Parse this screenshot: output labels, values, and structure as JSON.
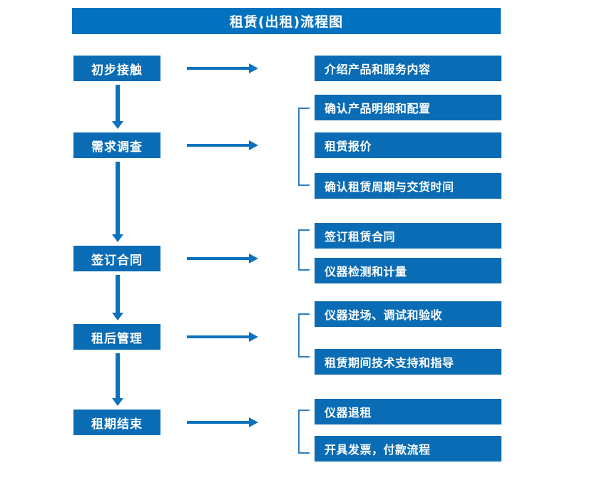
{
  "chart_data": {
    "type": "diagram",
    "title": "租赁(出租)流程图",
    "diagram_kind": "flowchart",
    "orientation": "vertical-stages-with-right-detail-groups"
  },
  "title": {
    "text": "租赁(出租)流程图"
  },
  "colors": {
    "title_bar": "#0272c0",
    "box_fill": "#0a6cb4",
    "arrow": "#0b72bd",
    "bracket": "#2f7fc1",
    "box_text": "#ffffff",
    "background": "#ffffff"
  },
  "stages": [
    {
      "label": "初步接触"
    },
    {
      "label": "需求调查"
    },
    {
      "label": "签订合同"
    },
    {
      "label": "租后管理"
    },
    {
      "label": "租期结束"
    }
  ],
  "groups": [
    {
      "stage": "初步接触",
      "has_bracket": false,
      "items": [
        {
          "label": "介绍产品和服务内容"
        }
      ]
    },
    {
      "stage": "需求调查",
      "has_bracket": true,
      "items": [
        {
          "label": "确认产品明细和配置"
        },
        {
          "label": "租赁报价"
        },
        {
          "label": "确认租赁周期与交货时间"
        }
      ]
    },
    {
      "stage": "签订合同",
      "has_bracket": true,
      "items": [
        {
          "label": "签订租赁合同"
        },
        {
          "label": "仪器检测和计量"
        }
      ]
    },
    {
      "stage": "租后管理",
      "has_bracket": true,
      "items": [
        {
          "label": "仪器进场、调试和验收"
        },
        {
          "label": "租赁期间技术支持和指导"
        }
      ]
    },
    {
      "stage": "租期结束",
      "has_bracket": true,
      "items": [
        {
          "label": "仪器退租"
        },
        {
          "label": "开具发票，付款流程"
        }
      ]
    }
  ],
  "connectors": {
    "horizontal_arrow_count": 5,
    "vertical_arrow_count": 4,
    "arrow_direction_horizontal": "right",
    "arrow_direction_vertical": "down"
  }
}
